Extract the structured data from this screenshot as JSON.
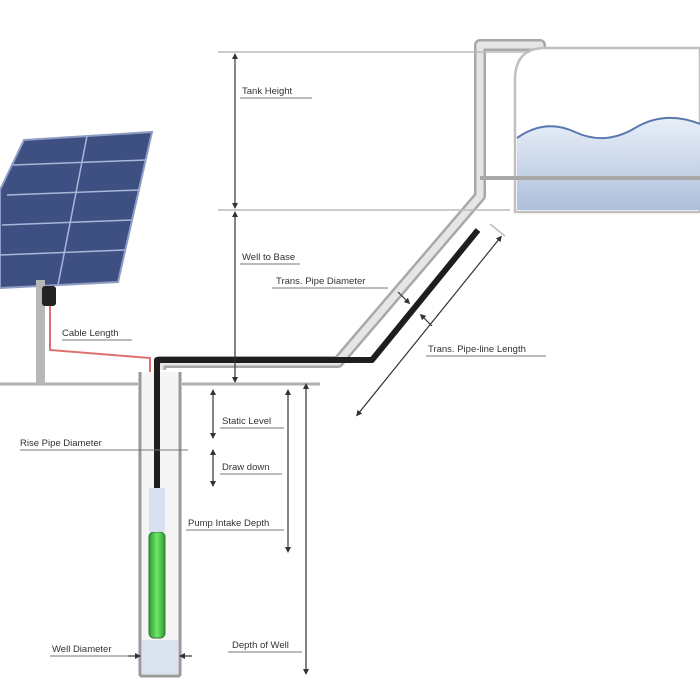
{
  "labels": {
    "tank_height": "Tank Height",
    "well_to_base": "Well to Base",
    "trans_pipe_diameter": "Trans. Pipe Diameter",
    "trans_pipeline_length": "Trans. Pipe-line Length",
    "cable_length": "Cable Length",
    "static_level": "Static Level",
    "draw_down": "Draw down",
    "rise_pipe_diameter": "Rise Pipe Diameter",
    "pump_intake_depth": "Pump Intake Depth",
    "well_diameter": "Well Diameter",
    "depth_of_well": "Depth of Well"
  },
  "colors": {
    "solar_panel": "#3e4f82",
    "pump": "#4cc94a",
    "cable": "#e07070",
    "water": "#c9d8ec"
  }
}
